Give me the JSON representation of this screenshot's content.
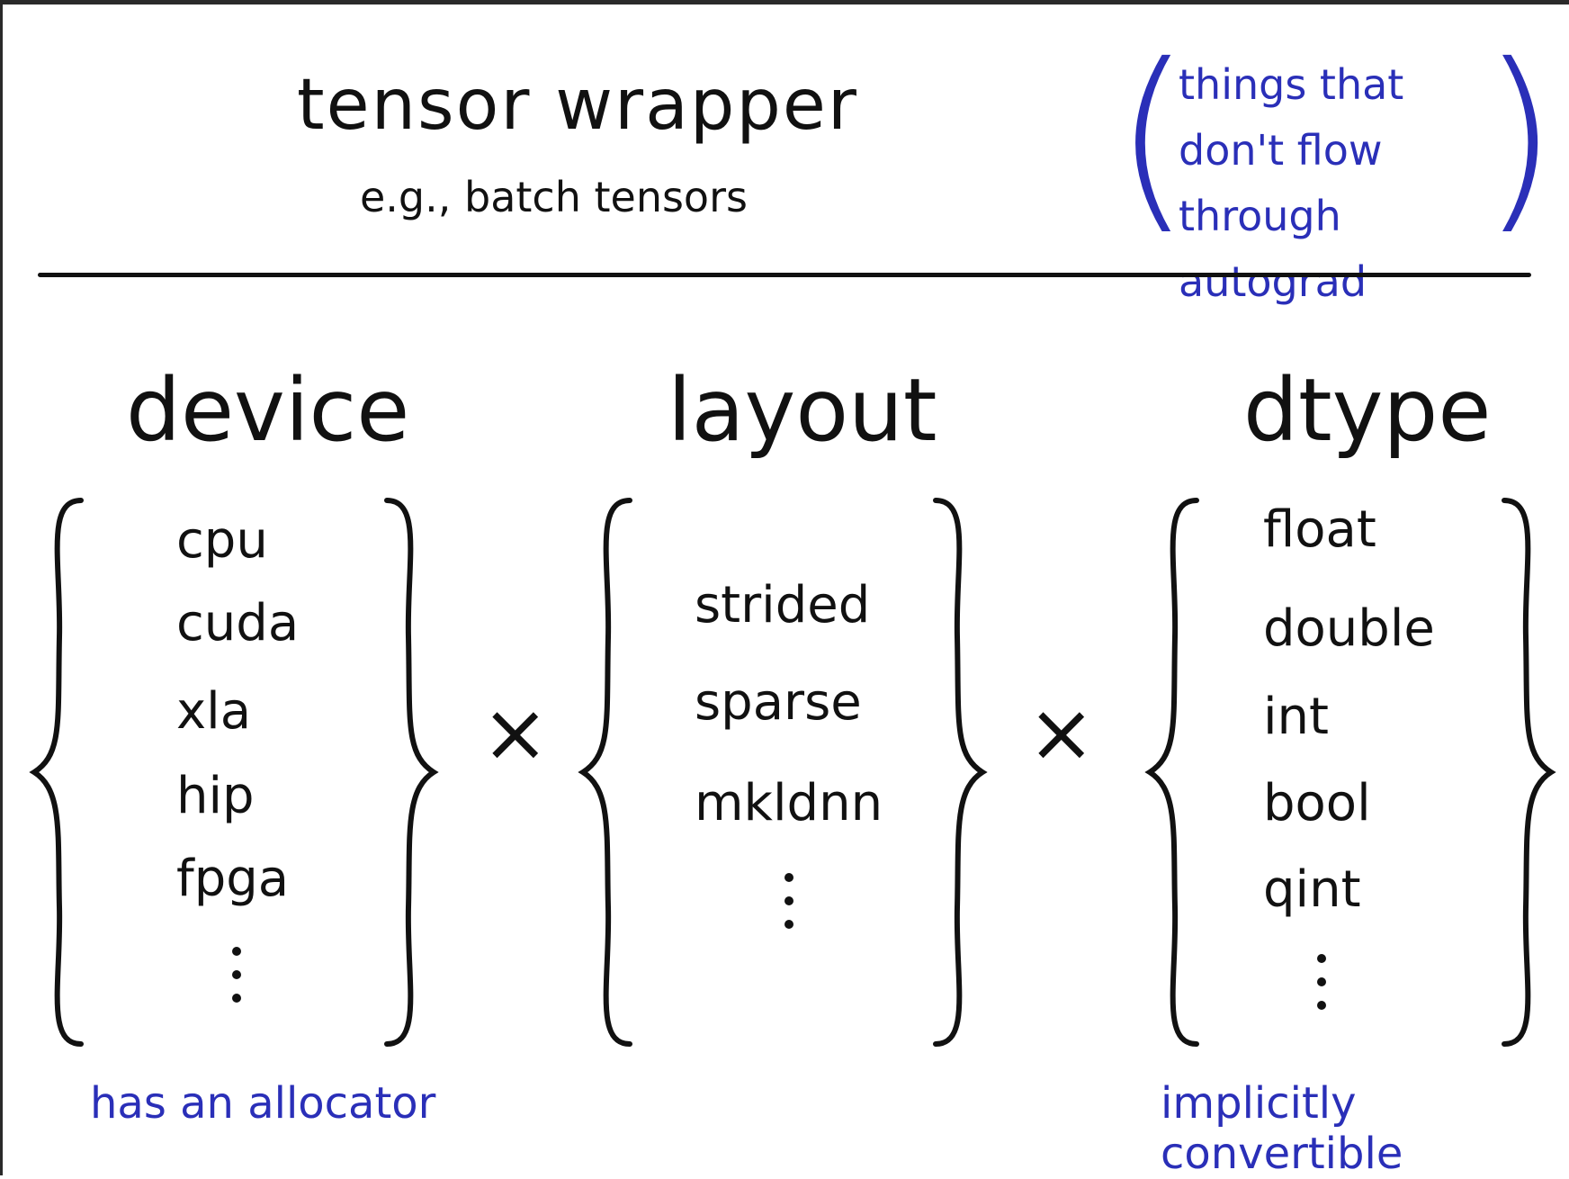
{
  "title": "tensor wrapper",
  "subtitle": "e.g., batch tensors",
  "note_lines": [
    "things that",
    "don't flow",
    "through autograd"
  ],
  "columns": [
    {
      "heading": "device",
      "items": [
        "cpu",
        "cuda",
        "xla",
        "hip",
        "fpga"
      ],
      "footnote": "has an allocator"
    },
    {
      "heading": "layout",
      "items": [
        "strided",
        "sparse",
        "mkldnn"
      ],
      "footnote": ""
    },
    {
      "heading": "dtype",
      "items": [
        "float",
        "double",
        "int",
        "bool",
        "qint"
      ],
      "footnote": "implicitly convertible"
    }
  ],
  "operator": "×",
  "colors": {
    "ink": "#111111",
    "annotation": "#2a2fb8"
  }
}
